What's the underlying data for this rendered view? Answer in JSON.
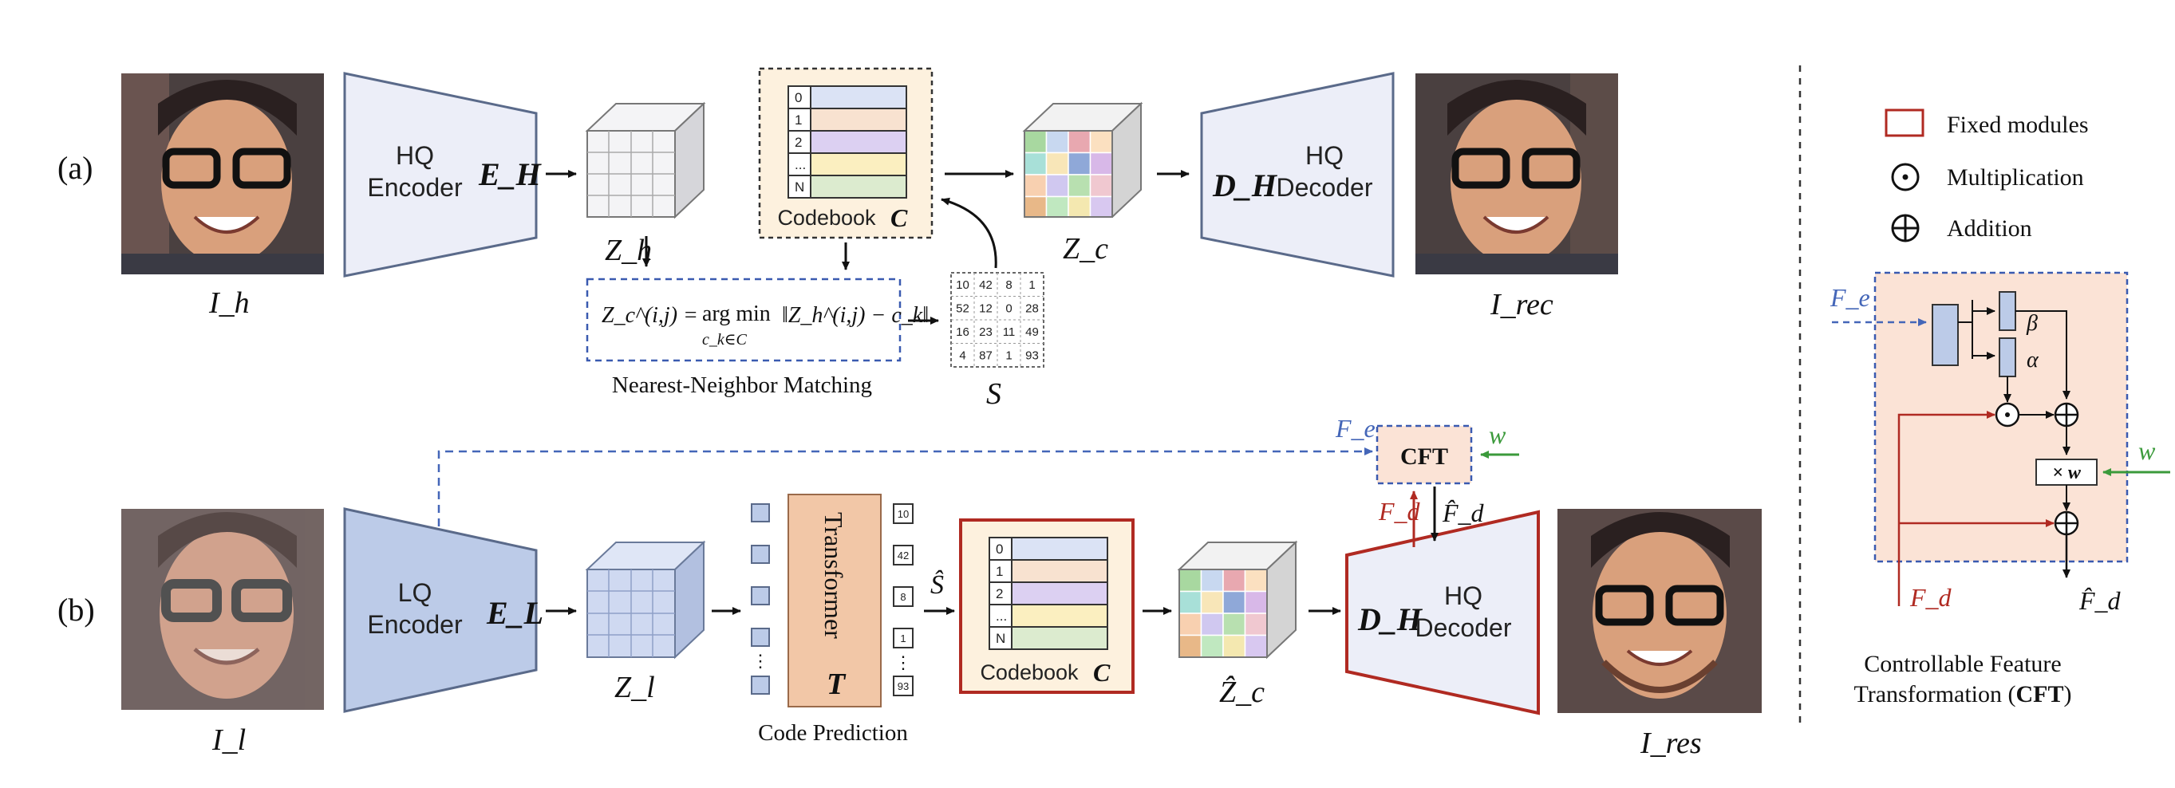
{
  "row_a": {
    "label": "(a)"
  },
  "row_b": {
    "label": "(b)"
  },
  "images": {
    "ih": "I_h",
    "irec": "I_rec",
    "il": "I_l",
    "ires": "I_res"
  },
  "hq_encoder": {
    "line1": "HQ",
    "line2": "Encoder",
    "symbol": "E_H"
  },
  "lq_encoder": {
    "line1": "LQ",
    "line2": "Encoder",
    "symbol": "E_L"
  },
  "hq_decoder": {
    "line1": "HQ",
    "line2": "Decoder",
    "symbol": "D_H"
  },
  "codebook": {
    "title": "Codebook",
    "symbol": "C",
    "rows": [
      "0",
      "1",
      "2",
      "...",
      "N"
    ],
    "row_colors": [
      "#dbe3f5",
      "#f8e2d0",
      "#dcd0f2",
      "#fbefc0",
      "#dcebcf"
    ]
  },
  "latents": {
    "zh": "Z_h",
    "zc": "Z_c",
    "zl": "Z_l",
    "zc_hat": "Ẑ_c"
  },
  "nn_matching": {
    "caption": "Nearest-Neighbor Matching",
    "formula_lhs": "Z_c^(i,j) =",
    "formula_op": "arg min",
    "formula_sub": "c_k∈C",
    "formula_rhs": "‖Z_h^(i,j) − c_k‖"
  },
  "s_matrix": {
    "label": "S",
    "cells": [
      [
        "10",
        "42",
        "8",
        "1"
      ],
      [
        "52",
        "12",
        "0",
        "28"
      ],
      [
        "16",
        "23",
        "11",
        "49"
      ],
      [
        "4",
        "87",
        "1",
        "93"
      ]
    ]
  },
  "transformer": {
    "label": "Transformer",
    "symbol": "T",
    "caption": "Code Prediction"
  },
  "predicted_codes": [
    "10",
    "42",
    "8",
    "1",
    "⋮",
    "93"
  ],
  "s_hat": "Ŝ",
  "cft": {
    "label": "CFT",
    "fe": "F_e",
    "w": "w",
    "fd": "F_d",
    "fd_hat": "F̂_d"
  },
  "legend": {
    "fixed": "Fixed modules",
    "mult": "Multiplication",
    "add": "Addition"
  },
  "cft_detail": {
    "fe": "F_e",
    "beta": "β",
    "alpha": "α",
    "w": "w",
    "xw": "× w",
    "fd": "F_d",
    "fd_hat": "F̂_d",
    "caption_line1": "Controllable Feature",
    "caption_line2_pre": "Transformation (",
    "caption_line2_bold": "CFT",
    "caption_line2_post": ")"
  },
  "colors": {
    "fixed_red": "#b02a22",
    "feature_blue": "#4466b8",
    "w_green": "#3b9a3b",
    "encoder_hq": "#eceef8",
    "encoder_lq": "#bccbe8",
    "codebook_bg": "#fdf1de",
    "cft_bg": "#fbe3d6",
    "transformer": "#f2c7a7"
  }
}
